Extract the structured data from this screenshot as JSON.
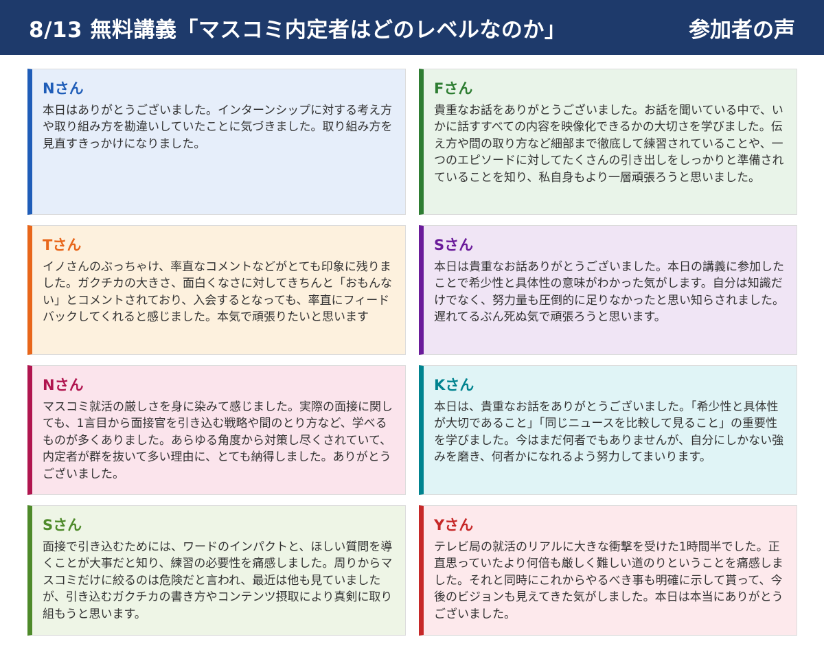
{
  "header": {
    "title": "8/13 無料講義「マスコミ内定者はどのレベルなのか」",
    "subtitle": "参加者の声",
    "background": "#1e3a6b"
  },
  "cards": [
    {
      "name": "Nさん",
      "accent": "#1f5db8",
      "text": "本日はありがとうございました。インターンシップに対する考え方や取り組み方を勘違いしていたことに気づきました。取り組み方を見直すきっかけになりました。"
    },
    {
      "name": "Fさん",
      "accent": "#2e7d32",
      "text": "貴重なお話をありがとうございました。お話を聞いている中で、いかに話すすべての内容を映像化できるかの大切さを学びました。伝え方や間の取り方など細部まで徹底して練習されていることや、一つのエピソードに対してたくさんの引き出しをしっかりと準備されていることを知り、私自身もより一層頑張ろうと思いました。"
    },
    {
      "name": "Tさん",
      "accent": "#e8661a",
      "text": "イノさんのぶっちゃけ、率直なコメントなどがとても印象に残りました。ガクチカの大きさ、面白くなさに対してきちんと「おもんない」とコメントされており、入会するとなっても、率直にフィードバックしてくれると感じました。本気で頑張りたいと思います"
    },
    {
      "name": "Sさん",
      "accent": "#6a1b9a",
      "text": "本日は貴重なお話ありがとうございました。本日の講義に参加したことで希少性と具体性の意味がわかった気がします。自分は知識だけでなく、努力量も圧倒的に足りなかったと思い知らされました。遅れてるぶん死ぬ気で頑張ろうと思います。"
    },
    {
      "name": "Nさん",
      "accent": "#b0154f",
      "text": "マスコミ就活の厳しさを身に染みて感じました。実際の面接に関しても、1言目から面接官を引き込む戦略や間のとり方など、学べるものが多くありました。あらゆる角度から対策し尽くされていて、内定者が群を抜いて多い理由に、とても納得しました。ありがとうございました。"
    },
    {
      "name": "Kさん",
      "accent": "#00838f",
      "text": "本日は、貴重なお話をありがとうございました。「希少性と具体性が大切であること」「同じニュースを比較して見ること」の重要性を学びました。今はまだ何者でもありませんが、自分にしかない強みを磨き、何者かになれるよう努力してまいります。"
    },
    {
      "name": "Sさん",
      "accent": "#4e8a2a",
      "text": "面接で引き込むためには、ワードのインパクトと、ほしい質問を導くことが大事だと知り、練習の必要性を痛感しました。周りからマスコミだけに絞るのは危険だと言われ、最近は他も見ていましたが、引き込むガクチカの書き方やコンテンツ摂取により真剣に取り組もうと思います。"
    },
    {
      "name": "Yさん",
      "accent": "#c62828",
      "text": "テレビ局の就活のリアルに大きな衝撃を受けた1時間半でした。正直思っていたより何倍も厳しく難しい道のりということを痛感しました。それと同時にこれからやるべき事も明確に示して貰って、今後のビジョンも見えてきた気がしました。本日は本当にありがとうございました。"
    }
  ]
}
